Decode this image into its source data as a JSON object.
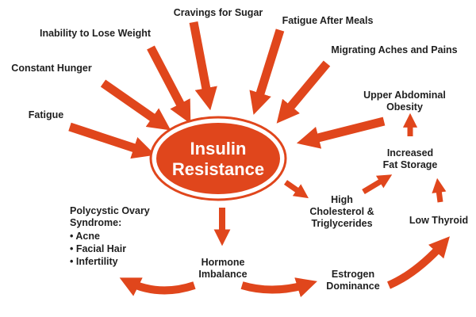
{
  "center": {
    "line1": "Insulin",
    "line2": "Resistance"
  },
  "symptoms": {
    "cravings": "Cravings for Sugar",
    "fatigue_after_meals": "Fatigue After Meals",
    "inability": "Inability to Lose Weight",
    "migrating": "Migrating Aches and Pains",
    "constant_hunger": "Constant Hunger",
    "fatigue": "Fatigue"
  },
  "effects": {
    "upper_abdominal": [
      "Upper Abdominal",
      "Obesity"
    ],
    "increased_fat": [
      "Increased",
      "Fat Storage"
    ],
    "high_cholesterol": [
      "High",
      "Cholesterol &",
      "Triglycerides"
    ],
    "low_thyroid": "Low Thyroid",
    "hormone": [
      "Hormone",
      "Imbalance"
    ],
    "estrogen": [
      "Estrogen",
      "Dominance"
    ],
    "pcos": {
      "title": [
        "Polycystic Ovary",
        "Syndrome:"
      ],
      "items": [
        "• Acne",
        "• Facial Hair",
        "• Infertility"
      ]
    }
  },
  "colors": {
    "arrow": "#e0461c",
    "center_fill": "#e0461c",
    "center_ring": "#e0461c",
    "center_text": "#ffffff",
    "label": "#1f1f1f"
  },
  "icons": {
    "arrow": "block-arrow-icon",
    "curved_arrow": "curved-arrow-icon"
  }
}
